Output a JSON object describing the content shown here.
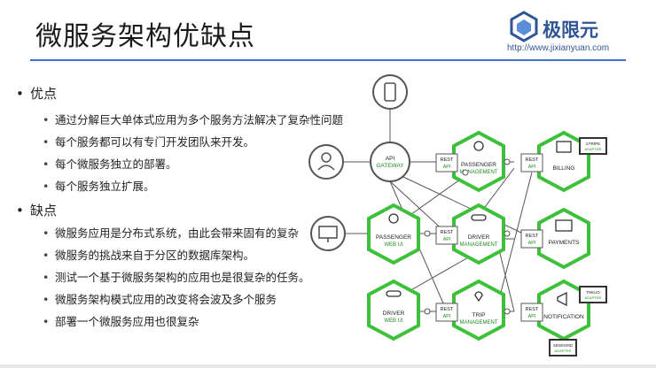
{
  "slide": {
    "title": "微服务架构优缺点",
    "logo_name": "极限元",
    "logo_url": "http://www.jixianyuan.com"
  },
  "pros": {
    "heading": "优点",
    "items": [
      "通过分解巨大单体式应用为多个服务方法解决了复杂性问题",
      "每个服务都可以有专门开发团队来开发。",
      "每个微服务独立的部署。",
      "每个服务独立扩展。"
    ]
  },
  "cons": {
    "heading": "缺点",
    "items": [
      "微服务应用是分布式系统，由此会带来固有的复杂",
      "微服务的挑战来自于分区的数据库架构。",
      "测试一个基于微服务架构的应用也是很复杂的任务。",
      "微服务架构模式应用的改变将会波及多个服务",
      "部署一个微服务应用也很复杂"
    ]
  },
  "diagram": {
    "gateway": [
      "API",
      "GATEWAY"
    ],
    "rest": [
      "REST",
      "API"
    ],
    "passenger_mgmt": [
      "PASSENGER",
      "MANAGEMENT"
    ],
    "passenger_web": [
      "PASSENGER",
      "WEB UI"
    ],
    "driver_mgmt": [
      "DRIVER",
      "MANAGEMENT"
    ],
    "driver_web": [
      "DRIVER",
      "WEB UI"
    ],
    "trip_mgmt": [
      "TRIP",
      "MANAGEMENT"
    ],
    "billing": "BILLING",
    "payments": "PAYMENTS",
    "notification": "NOTIFICATION",
    "stripe": [
      "STRIPE",
      "ADAPTER"
    ],
    "twilio": [
      "TWILIO",
      "ADAPTER"
    ],
    "sendgrid": [
      "SENDGRID",
      "ADAPTER"
    ],
    "colors": {
      "green": "#3ec13a",
      "text_green": "#1e8f1e",
      "gray": "#555555"
    }
  }
}
